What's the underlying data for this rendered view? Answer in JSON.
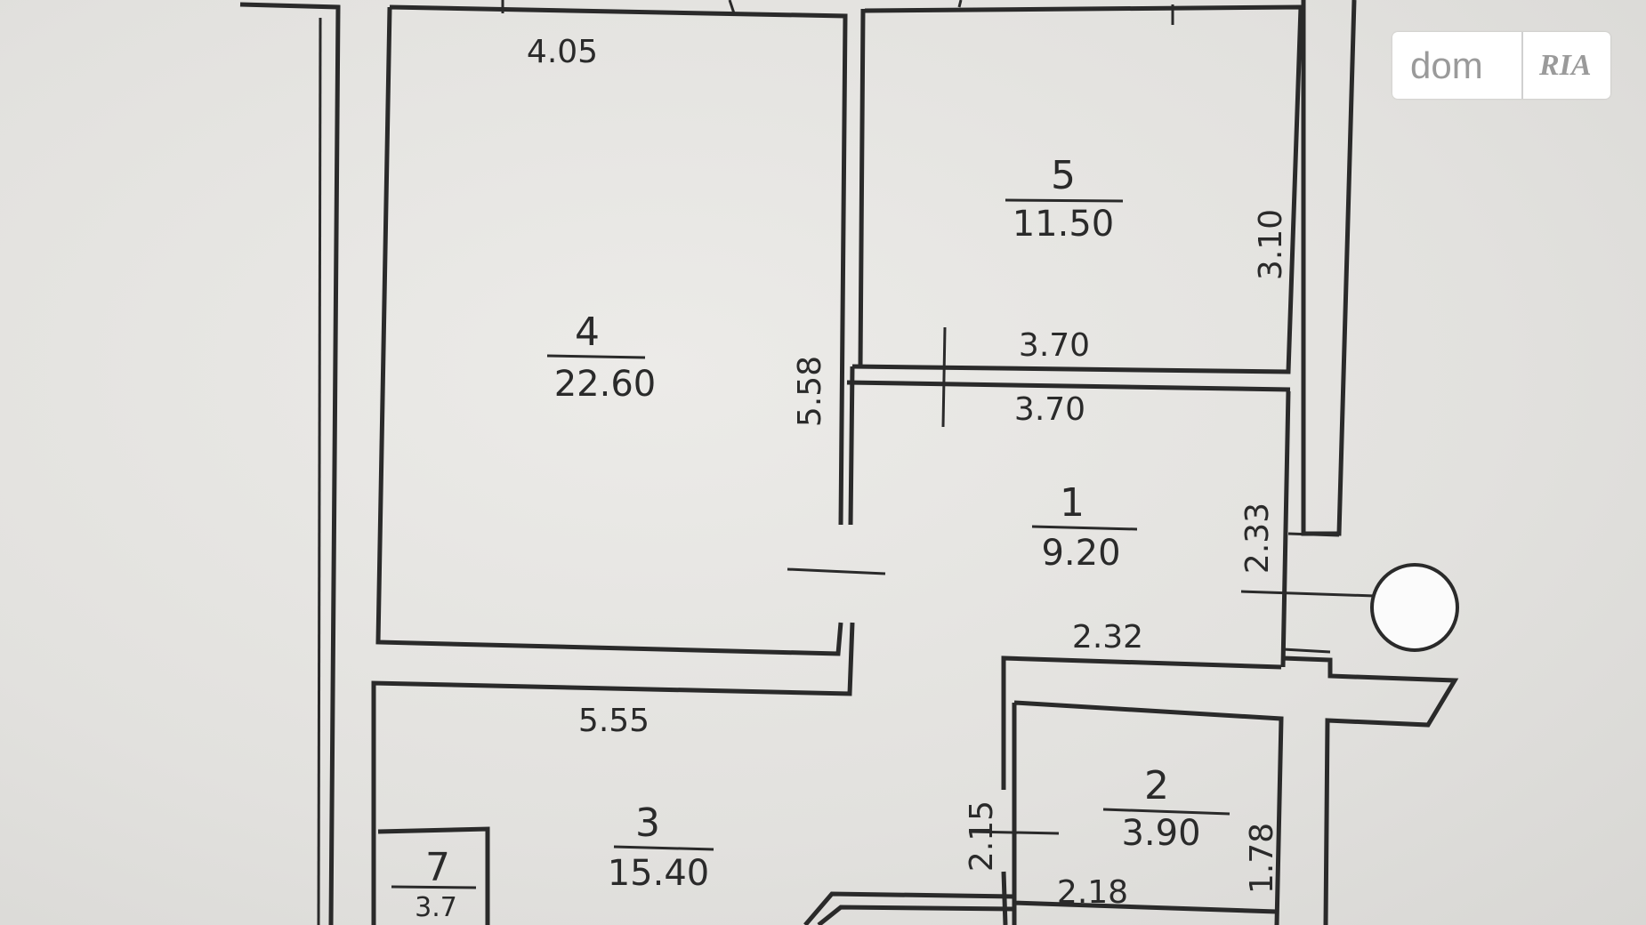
{
  "watermark": {
    "brand_left": "dom",
    "brand_right": "RIA"
  },
  "rooms": [
    {
      "id": "4",
      "area": "22.60"
    },
    {
      "id": "5",
      "area": "11.50"
    },
    {
      "id": "1",
      "area": "9.20"
    },
    {
      "id": "3",
      "area": "15.40"
    },
    {
      "id": "2",
      "area": "3.90"
    },
    {
      "id": "7",
      "area": "3.7"
    }
  ],
  "dimensions": {
    "top_room4": "4.05",
    "side_room4": "5.58",
    "side_room5": "3.10",
    "room5_bottom": "3.70",
    "room1_top": "3.70",
    "side_room1": "2.33",
    "room1_bottom": "2.32",
    "room3_top": "5.55",
    "room2_left": "2.15",
    "room2_right": "1.78",
    "room2_bottom": "2.18"
  },
  "colors": {
    "background": "#e4e3e0",
    "ink": "#2a2a2a",
    "logo_text": "#9a9a9a"
  }
}
